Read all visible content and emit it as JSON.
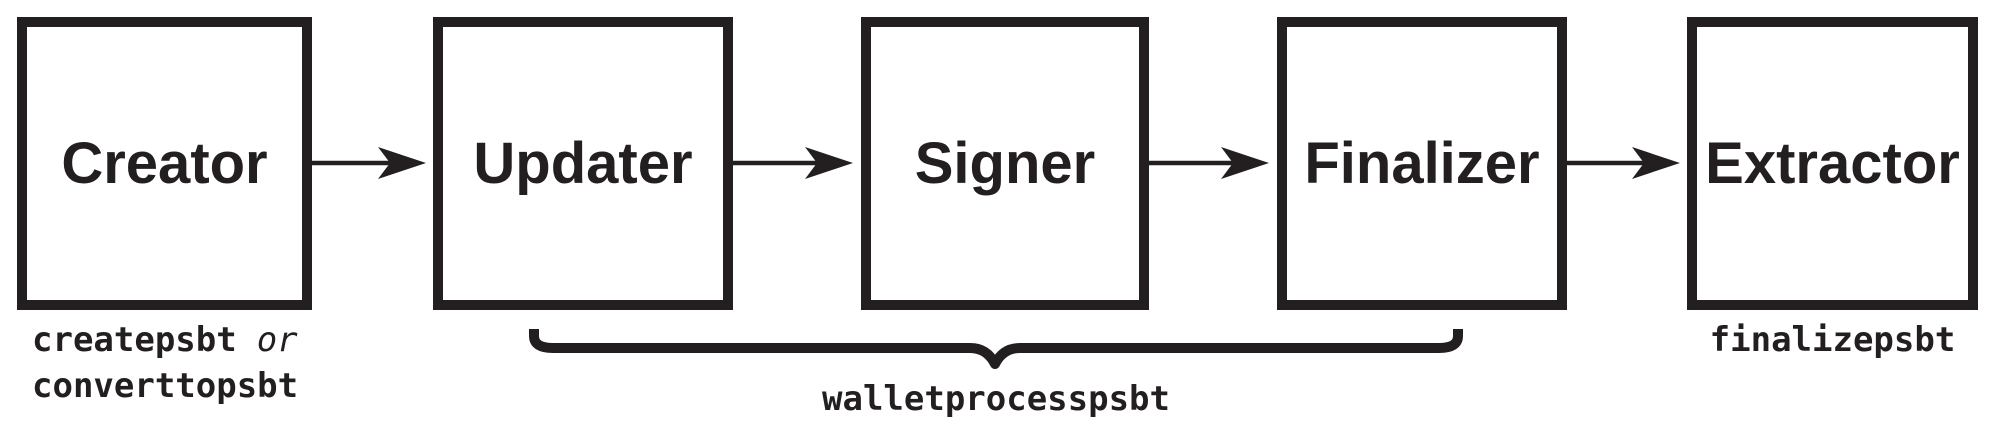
{
  "colors": {
    "ink": "#231f20",
    "bg": "#ffffff"
  },
  "nodes": [
    {
      "label": "Creator"
    },
    {
      "label": "Updater"
    },
    {
      "label": "Signer"
    },
    {
      "label": "Finalizer"
    },
    {
      "label": "Extractor"
    }
  ],
  "captions": {
    "creator": {
      "line1_code": "createpsbt",
      "line1_conjunction": "or",
      "line2_code": "converttopsbt"
    },
    "brace_label": "walletprocesspsbt",
    "extractor": "finalizepsbt"
  }
}
